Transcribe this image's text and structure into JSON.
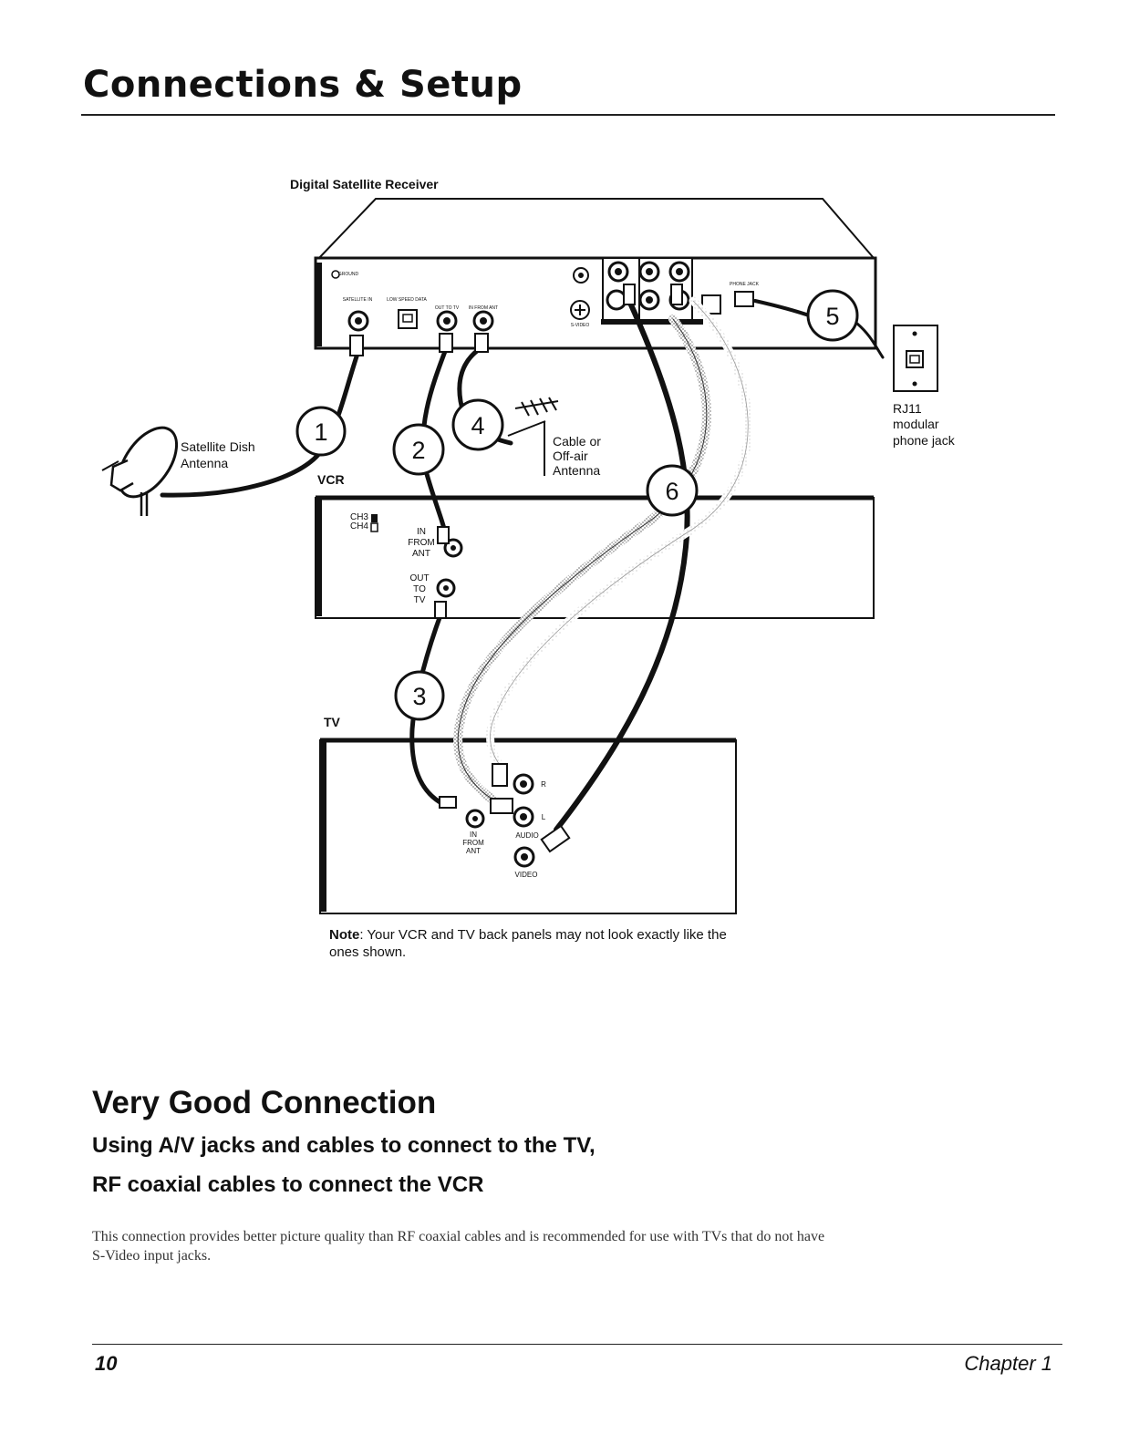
{
  "header": {
    "title": "Connections & Setup"
  },
  "diagram": {
    "receiver_label": "Digital Satellite Receiver",
    "vcr_label": "VCR",
    "tv_label": "TV",
    "dish_label": [
      "Satellite Dish",
      "Antenna"
    ],
    "antenna_label": [
      "Cable or",
      "Off-air",
      "Antenna"
    ],
    "phone_jack_label": [
      "RJ11",
      "modular",
      "phone jack"
    ],
    "step_numbers": [
      "1",
      "2",
      "3",
      "4",
      "5",
      "6"
    ],
    "receiver_jacks": {
      "ground": "GROUND",
      "satellite_in": "SATELLITE IN",
      "low_speed": "LOW SPEED DATA",
      "out_to_tv": "OUT TO TV",
      "in_from_ant": "IN FROM ANT",
      "s_video": "S-VIDEO",
      "phone": "PHONE JACK"
    },
    "vcr_jacks": {
      "ch": [
        "CH3",
        "CH4"
      ],
      "in_from_ant": [
        "IN",
        "FROM",
        "ANT"
      ],
      "out_to_tv": [
        "OUT",
        "TO",
        "TV"
      ]
    },
    "tv_jacks": {
      "in_from_ant": [
        "IN",
        "FROM",
        "ANT"
      ],
      "audio_r": "R",
      "audio_l": "L",
      "audio": "AUDIO",
      "video": "VIDEO"
    }
  },
  "note": {
    "label": "Note",
    "text": ": Your VCR and TV back panels may not look exactly like the ones shown."
  },
  "section": {
    "title": "Very Good Connection",
    "subtitle_1": "Using A/V jacks and cables to connect to the TV,",
    "subtitle_2": "RF coaxial cables to connect the VCR",
    "body": "This connection provides better picture quality than RF coaxial cables and is recommended for use with TVs that do not have S-Video input jacks."
  },
  "footer": {
    "page_number": "10",
    "chapter": "Chapter 1"
  }
}
